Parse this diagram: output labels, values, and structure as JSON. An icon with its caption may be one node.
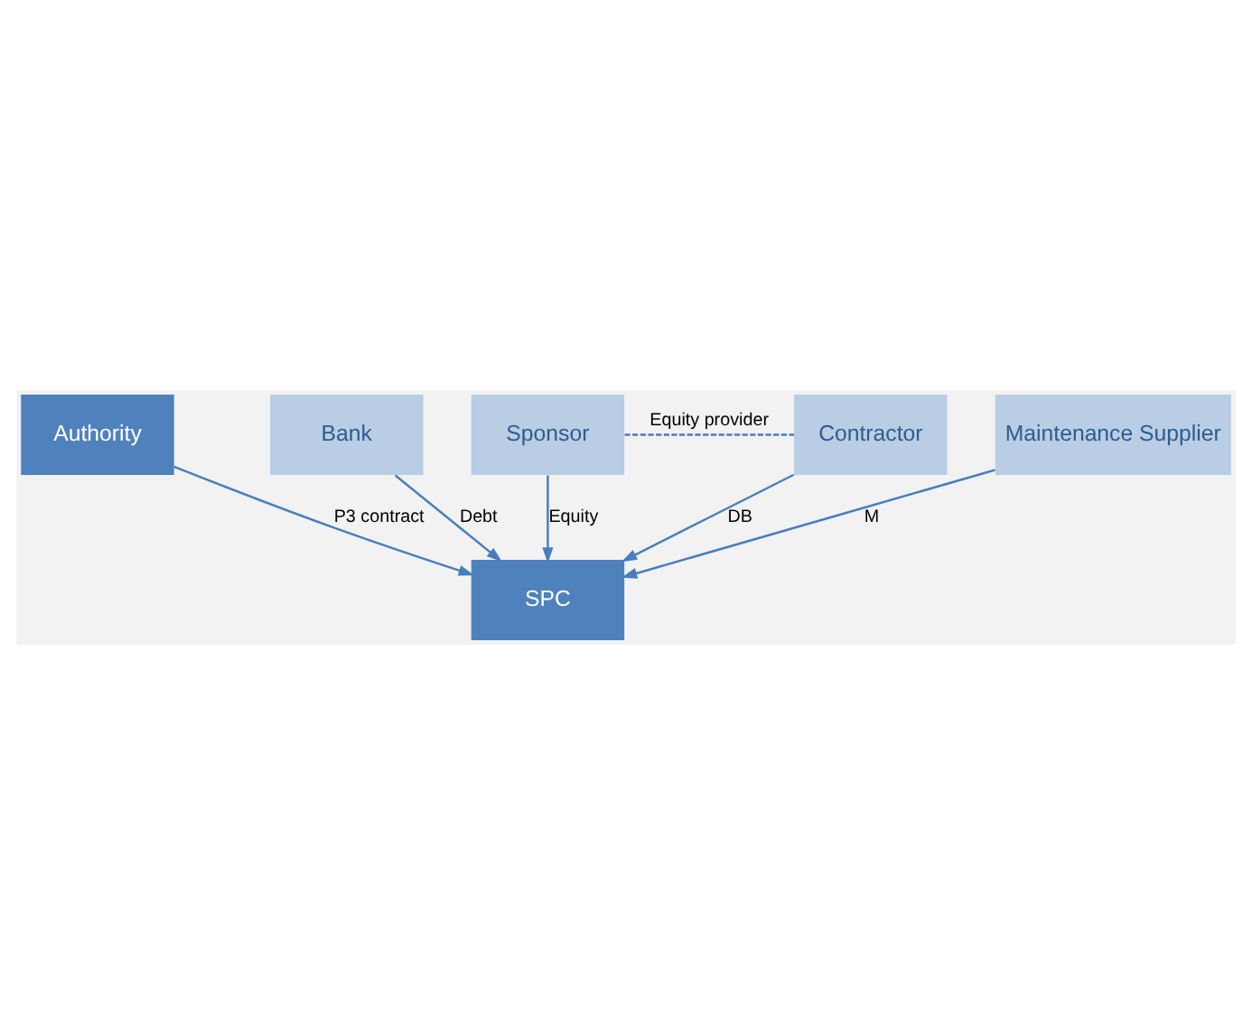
{
  "diagram": {
    "nodes": [
      {
        "text": [
          "Authority"
        ]
      },
      {
        "text": [
          "SPC"
        ]
      },
      {
        "text": [
          "Bank"
        ]
      },
      {
        "text": [
          "Sponsor"
        ]
      },
      {
        "text": [
          "Maintenance Supplier"
        ]
      },
      {
        "text": [
          "Contractor"
        ]
      }
    ],
    "edges": [
      {
        "from": 0,
        "to": 1,
        "arrow": "to",
        "label": "P3 contract"
      },
      {
        "from": 2,
        "to": 1,
        "arrow": "to",
        "label": "Debt"
      },
      {
        "from": 3,
        "to": 1,
        "arrow": "to",
        "label": "Equity"
      },
      {
        "from": 4,
        "to": 1,
        "arrow": "to",
        "label": "M"
      },
      {
        "from": 5,
        "to": 1,
        "arrow": "to",
        "label": "DB"
      },
      {
        "from": 3,
        "to": 5,
        "arrow": "none",
        "label": "Equity provider",
        "style": "dashed"
      }
    ]
  }
}
